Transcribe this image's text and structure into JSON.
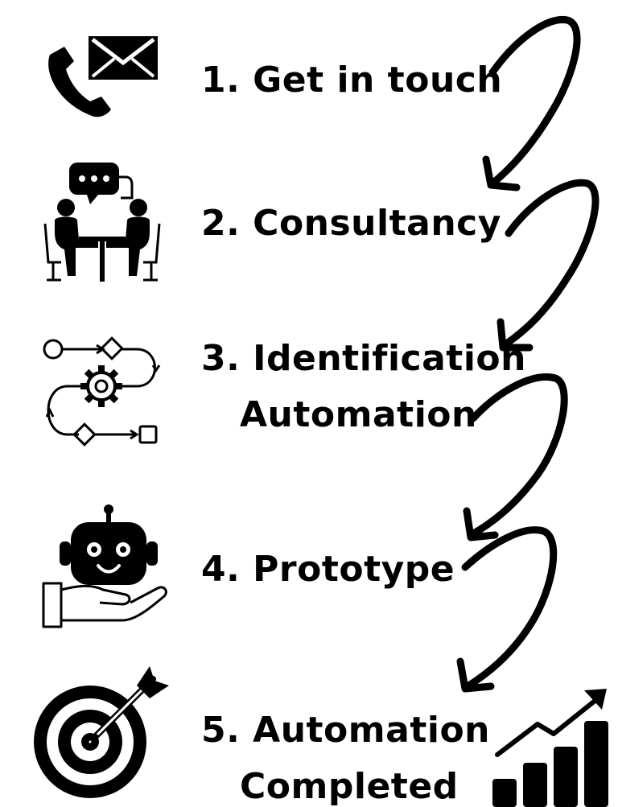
{
  "steps": [
    {
      "label": "1. Get in touch",
      "icon": "phone-envelope-icon"
    },
    {
      "label": "2. Consultancy",
      "icon": "meeting-icon"
    },
    {
      "label_line1": "3. Identification",
      "label_line2": "Automation",
      "icon": "process-flow-icon"
    },
    {
      "label": "4. Prototype",
      "icon": "robot-hand-icon"
    },
    {
      "label_line1": "5. Automation",
      "label_line2": "Completed",
      "icon": "target-icon"
    }
  ],
  "decor": {
    "growth_chart_icon": "bar-growth-icon",
    "arrow_icon": "curved-arrow-icon"
  },
  "colors": {
    "ink": "#000000",
    "background": "#ffffff"
  }
}
